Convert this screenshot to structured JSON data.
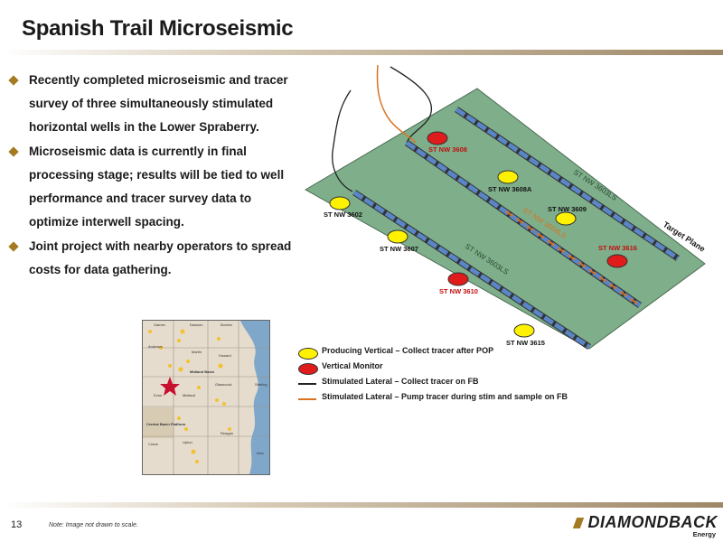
{
  "slide": {
    "title": "Spanish Trail Microseismic",
    "page_number": "13",
    "note": "Note: Image not drawn to scale."
  },
  "bullets": [
    "Recently completed microseismic and tracer survey of three simultaneously stimulated horizontal wells in the Lower Spraberry.",
    "Microseismic data is currently in final processing stage; results will be tied to well performance and tracer survey data to optimize interwell spacing.",
    "Joint project with nearby operators to spread costs for data gathering."
  ],
  "diagram": {
    "target_plane_label": "Target Plane",
    "laterals": [
      "ST NW 3603LS",
      "ST NW 3604LS",
      "ST NW 3603LS"
    ],
    "wells": [
      {
        "label": "ST NW 3608",
        "type": "vertical-monitor"
      },
      {
        "label": "ST NW 3608A",
        "type": "producing-vertical"
      },
      {
        "label": "ST NW 3602",
        "type": "producing-vertical"
      },
      {
        "label": "ST NW 3609",
        "type": "producing-vertical"
      },
      {
        "label": "ST NW 3607",
        "type": "producing-vertical"
      },
      {
        "label": "ST NW 3616",
        "type": "vertical-monitor"
      },
      {
        "label": "ST NW 3610",
        "type": "vertical-monitor"
      },
      {
        "label": "ST NW 3615",
        "type": "producing-vertical"
      }
    ],
    "colors": {
      "plane": "#7fae8a",
      "producing": "#fff200",
      "monitor": "#e01b1b",
      "stim_black": "#222222",
      "stim_orange": "#d9731f"
    }
  },
  "legend": [
    {
      "label": "Producing Vertical – Collect tracer after POP",
      "symbol": "yellow-dot"
    },
    {
      "label": "Vertical Monitor",
      "symbol": "red-dot"
    },
    {
      "label": "Stimulated Lateral – Collect tracer on FB",
      "symbol": "black-line"
    },
    {
      "label": "Stimulated Lateral – Pump tracer during stim and sample on FB",
      "symbol": "orange-line"
    }
  ],
  "map": {
    "labels": [
      "Gaines",
      "Dawson",
      "Borden",
      "Andrews",
      "Martin",
      "Howard",
      "Midland Basin",
      "Ector",
      "Midland",
      "Glasscock",
      "Central Basin Platform",
      "Crane",
      "Upton",
      "Reagan",
      "Sterling",
      "Irion"
    ]
  },
  "logo": {
    "name": "DIAMONDBACK",
    "sub": "Energy"
  }
}
